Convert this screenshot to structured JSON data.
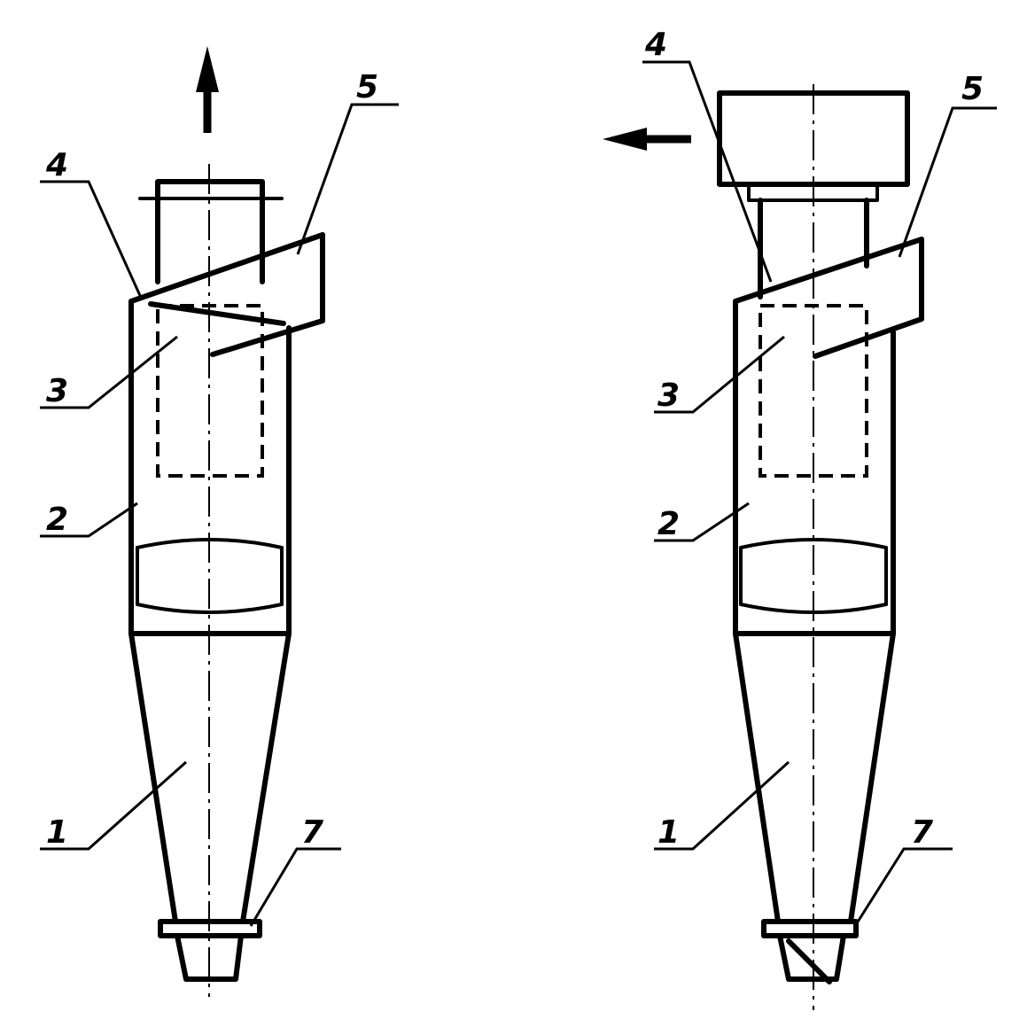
{
  "diagram": {
    "left_cyclone": {
      "labels": {
        "l1": "1",
        "l2": "2",
        "l3": "3",
        "l4": "4",
        "l5": "5",
        "l7": "7"
      },
      "outlet_direction": "up",
      "outlet_arrow_icon": "arrow-up-icon"
    },
    "right_cyclone": {
      "labels": {
        "l1": "1",
        "l2": "2",
        "l3": "3",
        "l4": "4",
        "l5": "5",
        "l7": "7"
      },
      "outlet_direction": "left",
      "outlet_arrow_icon": "arrow-left-icon"
    }
  }
}
